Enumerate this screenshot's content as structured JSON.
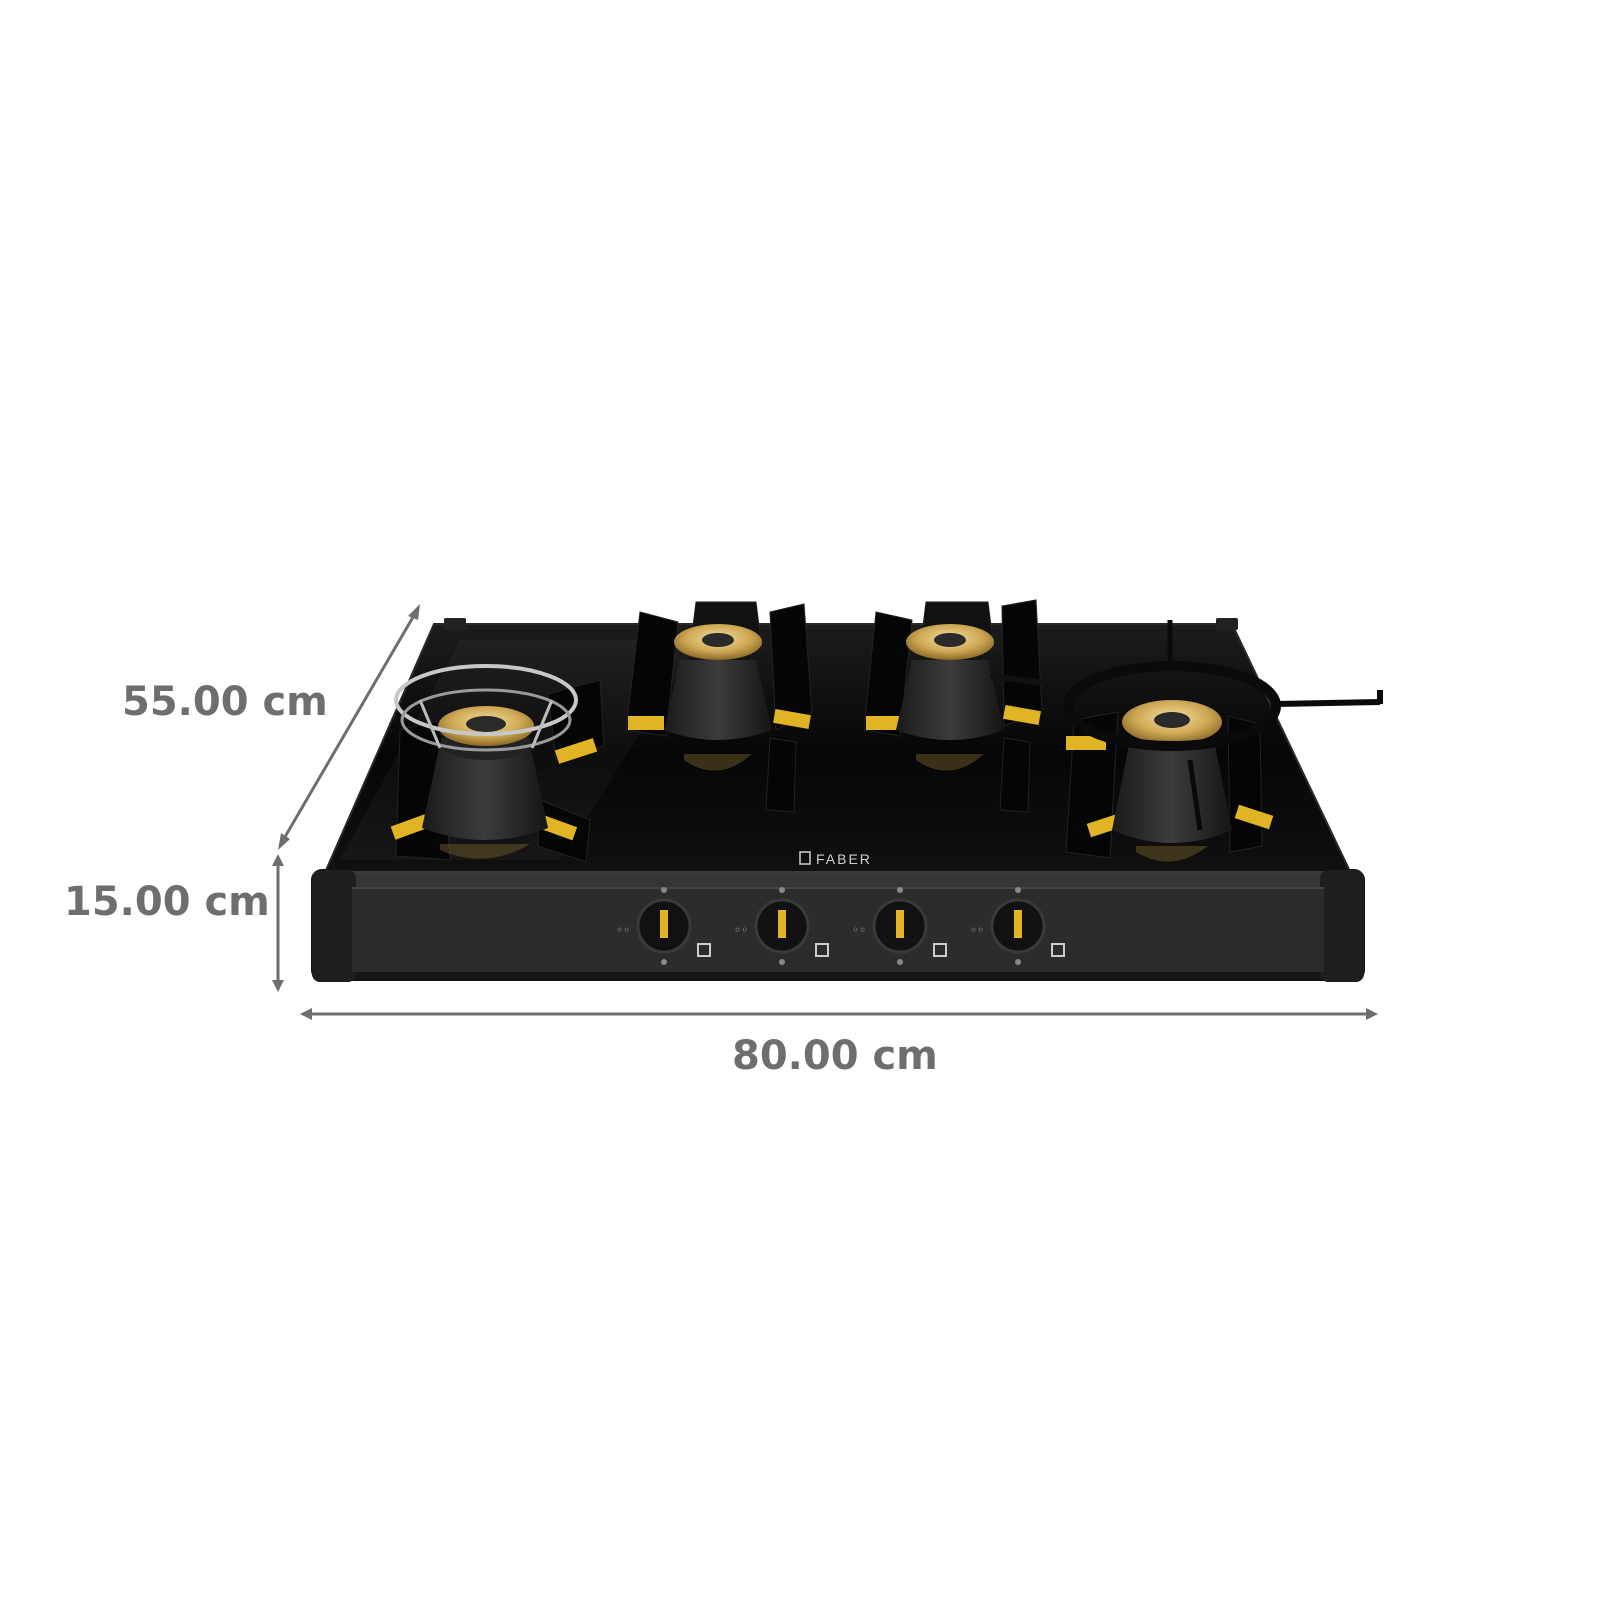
{
  "dimensions": {
    "depth_label": "55.00 cm",
    "height_label": "15.00 cm",
    "width_label": "80.00 cm"
  },
  "product": {
    "brand": "FABER",
    "burner_count": 4,
    "knob_count": 4
  },
  "colors": {
    "dimension_line": "#6e6e6e",
    "glass_top": "#0b0b0b",
    "frame": "#2a2a2a",
    "brass": "#c9a54e",
    "accent_gold": "#e0b424"
  }
}
